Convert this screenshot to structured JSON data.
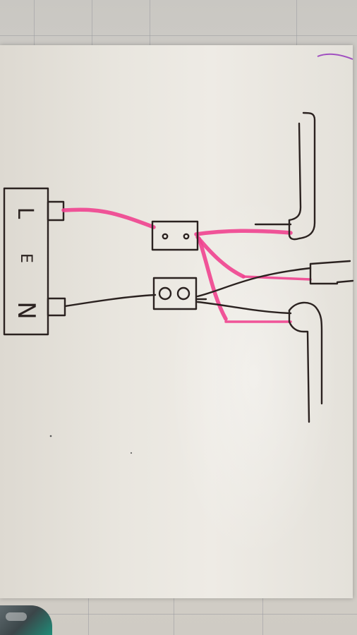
{
  "diagram": {
    "terminals": {
      "live": "L",
      "earth": "E",
      "neutral": "N"
    }
  },
  "colors": {
    "ink": "#2b2220",
    "live_wire": "#f0428f",
    "paper": "#ebe8e1"
  }
}
